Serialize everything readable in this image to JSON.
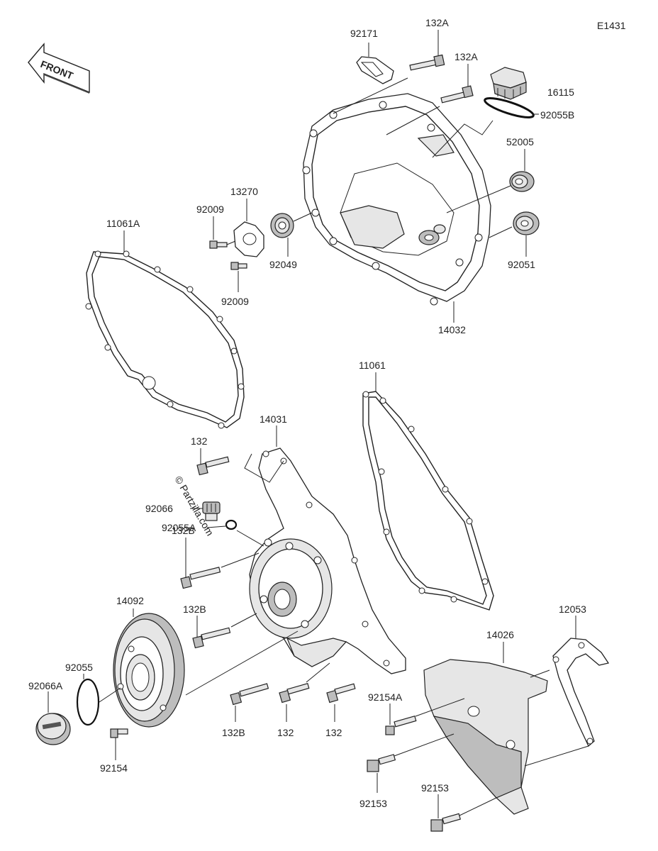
{
  "diagram_id": "E1431",
  "front_label": "FRONT",
  "watermark": "© Partzilla.com",
  "footer_text": "",
  "parts": [
    "92171",
    "132A",
    "132A",
    "16115",
    "92055B",
    "52005",
    "13270",
    "92009",
    "92049",
    "92009",
    "11061A",
    "92051",
    "14032",
    "11061",
    "14031",
    "132",
    "92066",
    "92055A",
    "132B",
    "14092",
    "132B",
    "12053",
    "14026",
    "92055",
    "92066A",
    "92154A",
    "132B",
    "132",
    "132",
    "92154",
    "92153",
    "92153"
  ]
}
